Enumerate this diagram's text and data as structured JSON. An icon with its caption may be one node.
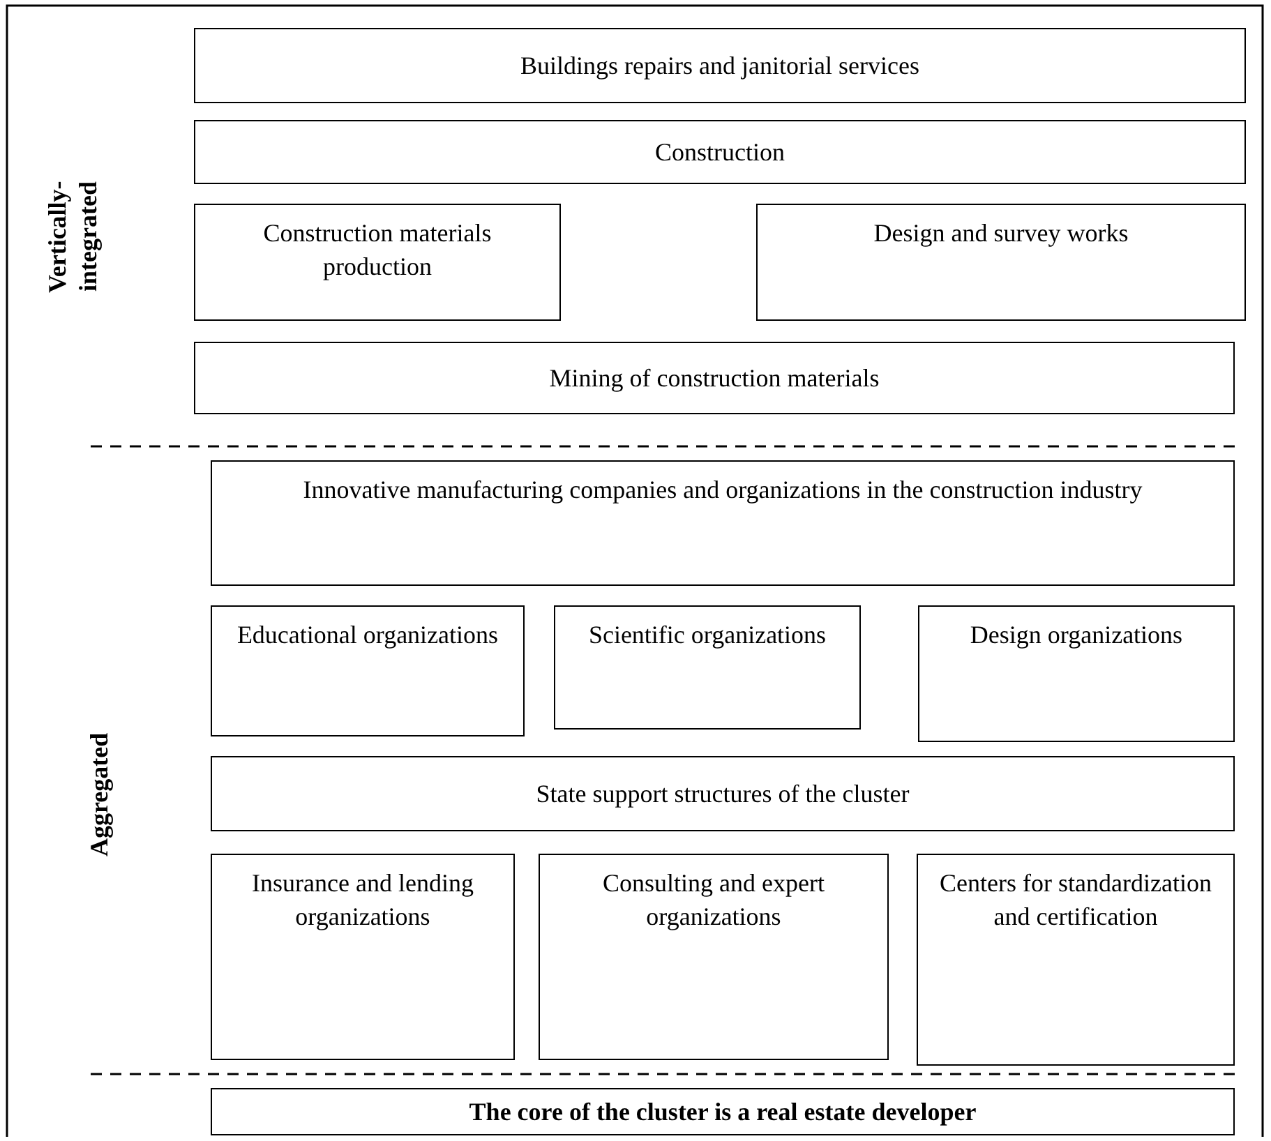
{
  "diagram": {
    "nodes": [
      {
        "text": [
          "Buildings repairs and janitorial services"
        ]
      },
      {
        "text": [
          "Construction"
        ]
      },
      {
        "text": [
          "Construction materials production"
        ]
      },
      {
        "text": [
          "Design and survey works"
        ]
      },
      {
        "text": [
          "Mining of construction materials"
        ]
      },
      {
        "text": [
          "Innovative manufacturing companies and organizations in the construction industry"
        ]
      },
      {
        "text": [
          "Educational organizations"
        ]
      },
      {
        "text": [
          "Scientific organizations"
        ]
      },
      {
        "text": [
          "Design organizations"
        ]
      },
      {
        "text": [
          "State support structures of the cluster"
        ]
      },
      {
        "text": [
          "Insurance and lending organizations"
        ]
      },
      {
        "text": [
          "Consulting and expert organizations"
        ]
      },
      {
        "text": [
          "Centers for standardization and certification"
        ]
      },
      {
        "text": [
          "**The core of the cluster is a real estate developer**"
        ]
      }
    ],
    "labels": [
      "Vertically-integrated",
      "Aggregated"
    ]
  }
}
